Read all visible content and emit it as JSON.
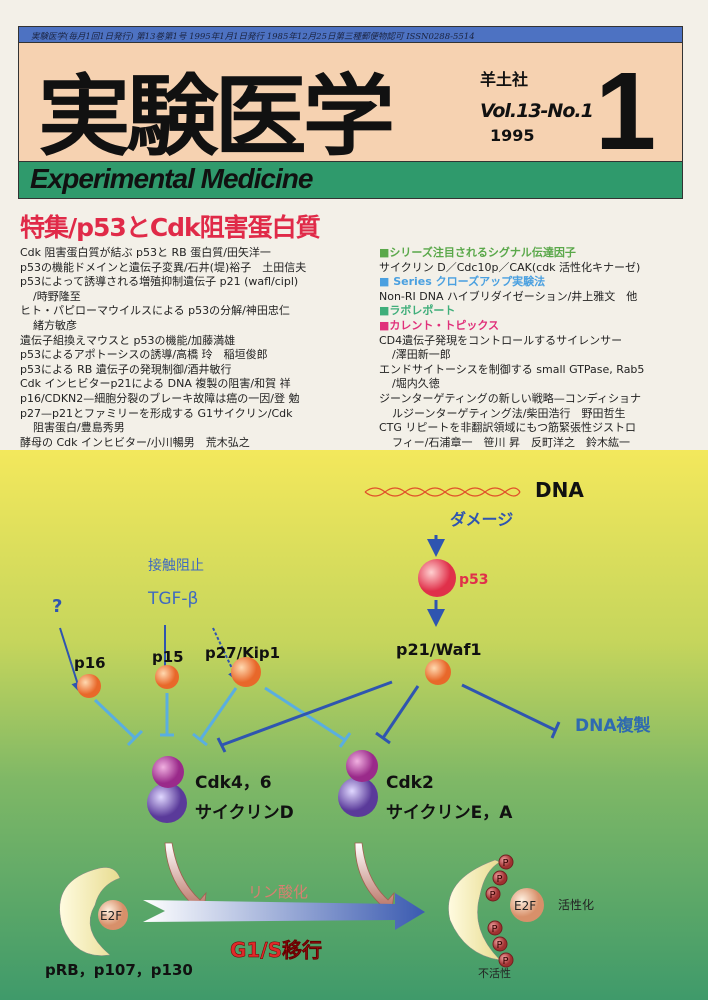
{
  "header": {
    "info_strip": "実験医学(毎月1回1日発行) 第13巻第1号 1995年1月1日発行 1985年12月25日第三種郵便物認可 ISSN0288-5514",
    "title": "実験医学",
    "publisher": "羊土社",
    "volume": "Vol.13-No.1",
    "year": "1995",
    "issue": "1",
    "subtitle": "Experimental Medicine"
  },
  "feature": {
    "title": "特集/p53とCdk阻害蛋白質",
    "articles": [
      [
        "Cdk 阻害蛋白質が結ぶ p53と RB 蛋白質/田矢洋一"
      ],
      [
        "p53の機能ドメインと遺伝子変異/石井(堤)裕子　土田信夫"
      ],
      [
        "p53によって誘導される増殖抑制遺伝子 p21 (wafl/cipl)",
        "/時野隆至"
      ],
      [
        "ヒト・パピローマウイルスによる p53の分解/神田忠仁",
        "緒方敏彦"
      ],
      [
        "遺伝子組換えマウスと p53の機能/加藤満雄"
      ],
      [
        "p53によるアポトーシスの誘導/高橋 玲　稲垣俊郎"
      ],
      [
        "p53による RB 遺伝子の発現制御/酒井敏行"
      ],
      [
        "Cdk インヒビターp21による DNA 複製の阻害/和賀 祥"
      ],
      [
        "p16/CDKN2—細胞分裂のブレーキ故障は癌の一因/登 勉"
      ],
      [
        "p27—p21とファミリーを形成する G1サイクリン/Cdk",
        "阻害蛋白/豊島秀男"
      ],
      [
        "酵母の Cdk インヒビター/小川暢男　荒木弘之"
      ]
    ]
  },
  "sections": [
    {
      "heading": "■シリーズ注目されるシグナル伝達因子",
      "color": "#5aa84a",
      "items": [
        [
          "サイクリン D／Cdc10p／CAK(cdk 活性化キナーゼ)"
        ]
      ]
    },
    {
      "heading": "■ Series クローズアップ実験法",
      "color": "#4aa0e0",
      "items": [
        [
          "Non-RI DNA ハイブリダイゼーション/井上雅文　他"
        ]
      ]
    },
    {
      "heading": "■ラボレポート",
      "color": "#3fae7a",
      "items": []
    },
    {
      "heading": "■カレント・トピックス",
      "color": "#e0307a",
      "items": [
        [
          "CD4遺伝子発現をコントロールするサイレンサー",
          "/澤田新一郎"
        ],
        [
          "エンドサイトーシスを制御する small GTPase, Rab5",
          "/堀内久徳"
        ],
        [
          "ジーンターゲティングの新しい戦略—コンディショナ",
          "ルジーンターゲティング法/柴田浩行　野田哲生"
        ],
        [
          "CTG リピートを非翻訳領域にもつ筋緊張性ジストロ",
          "フィー/石浦章一　笹川 昇　反町洋之　鈴木紘一"
        ]
      ]
    }
  ],
  "diagram": {
    "dna": "DNA",
    "damage": "ダメージ",
    "p53": "p53",
    "p21": "p21/Waf1",
    "p16": "p16",
    "p15": "p15",
    "p27": "p27/Kip1",
    "question": "?",
    "contact": "接触阻止",
    "tgf": "TGF-β",
    "dna_rep": "DNA複製",
    "cdk46": "Cdk4，6",
    "cyclinD": "サイクリンD",
    "cdk2": "Cdk2",
    "cyclinEA": "サイクリンE，A",
    "phos": "リン酸化",
    "g1s": "G1/S移行",
    "prb": "pRB，p107，p130",
    "e2f": "E2F",
    "p": "P",
    "active": "活性化",
    "inactive": "不活性"
  }
}
